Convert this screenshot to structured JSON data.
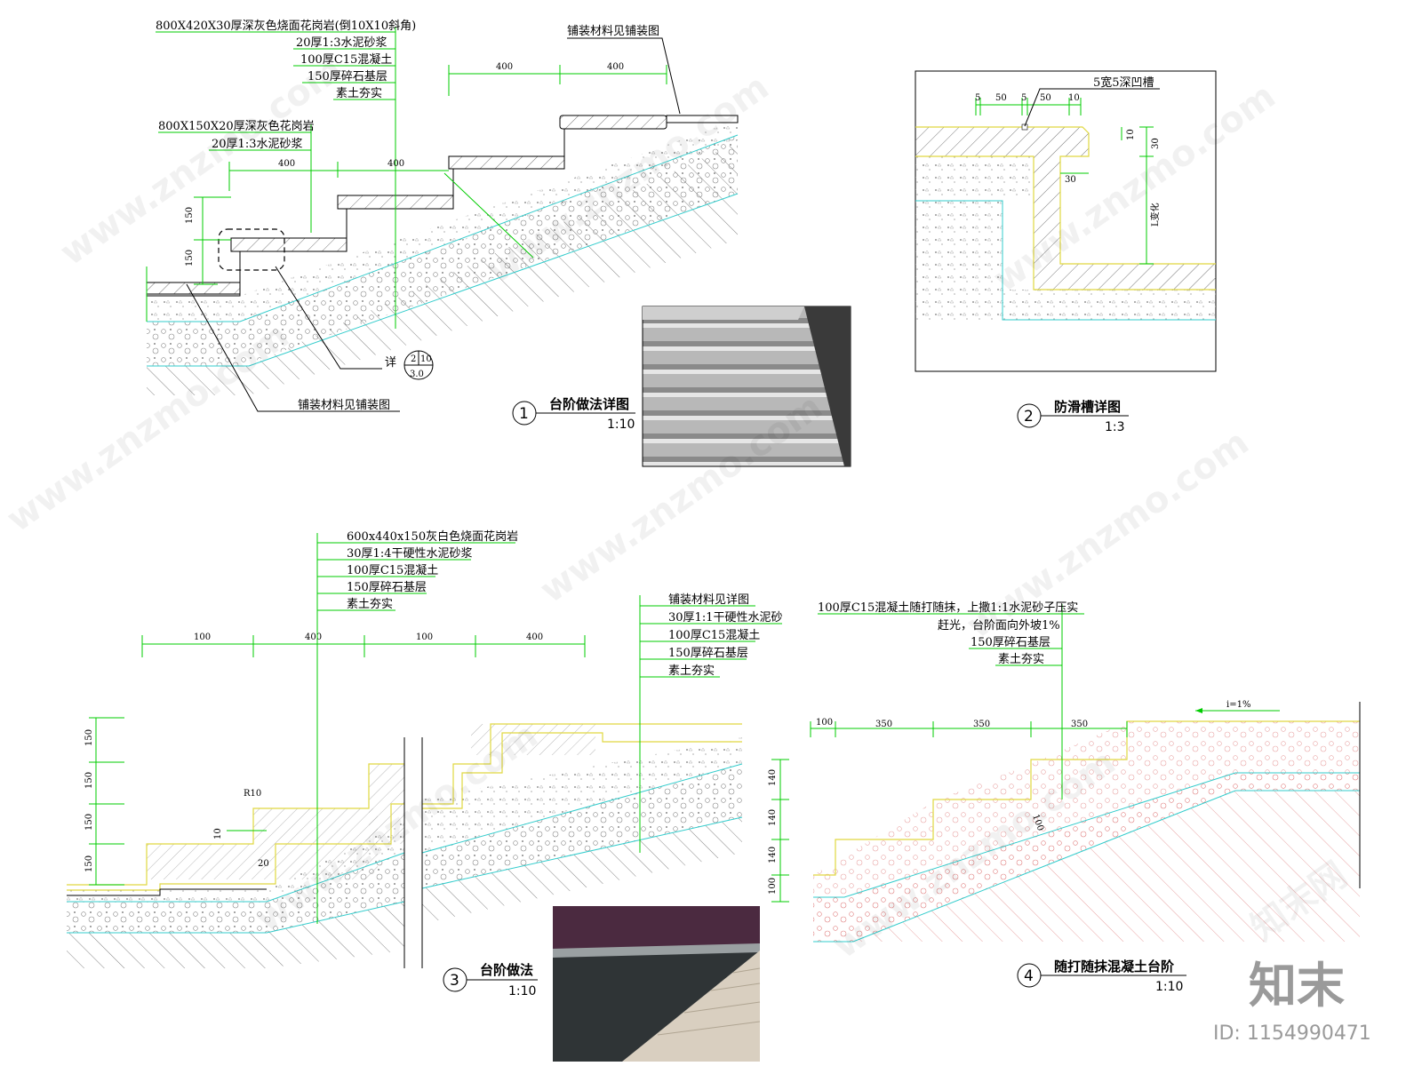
{
  "detail1": {
    "layers_top": [
      "800X420X30厚深灰色烧面花岗岩(倒10X10斜角)",
      "20厚1:3水泥砂浆",
      "100厚C15混凝土",
      "150厚碎石基层",
      "素土夯实"
    ],
    "layers_nosing": [
      "800X150X20厚深灰色花岗岩",
      "20厚1:3水泥砂浆"
    ],
    "paving_note_top": "铺装材料见铺装图",
    "paving_note_bottom": "铺装材料见铺装图",
    "dims_top": [
      "400",
      "400"
    ],
    "dims_mid": [
      "400",
      "400"
    ],
    "dims_vert": [
      "150",
      "150"
    ],
    "detail_ref": {
      "prefix": "详",
      "top": "2",
      "mid": "10",
      "bottom": "3.0"
    },
    "number": "1",
    "title": "台阶做法详图",
    "scale": "1:10"
  },
  "detail2": {
    "groove_note": "5宽5深凹槽",
    "dims_top": [
      "5",
      "50",
      "5",
      "50",
      "10"
    ],
    "dims_right": [
      "10",
      "30",
      "30"
    ],
    "dims_var": "L变化",
    "number": "2",
    "title": "防滑槽详图",
    "scale": "1:3"
  },
  "detail3": {
    "layers_a": [
      "600x440x150灰白色烧面花岗岩",
      "30厚1:4干硬性水泥砂浆",
      "100厚C15混凝土",
      "150厚碎石基层",
      "素土夯实"
    ],
    "layers_b": [
      "铺装材料见详图",
      "30厚1:1干硬性水泥砂",
      "100厚C15混凝土",
      "150厚碎石基层",
      "素土夯实"
    ],
    "dims_top": [
      "100",
      "400",
      "100",
      "400"
    ],
    "dims_vert": [
      "150",
      "150",
      "150",
      "150"
    ],
    "radius": "R10",
    "small_dims": [
      "10",
      "20"
    ],
    "number": "3",
    "title": "台阶做法",
    "scale": "1:10"
  },
  "detail4": {
    "layers": [
      "100厚C15混凝土随打随抹，上撒1:1水泥砂子压实",
      "赶光，台阶面向外坡1%",
      "150厚碎石基层",
      "素土夯实"
    ],
    "dims_top": [
      "100",
      "350",
      "350",
      "350"
    ],
    "dims_vert": [
      "140",
      "140",
      "140",
      "100"
    ],
    "thickness": "100",
    "slope": "i=1%",
    "number": "4",
    "title": "随打随抹混凝土台阶",
    "scale": "1:10"
  },
  "watermark": {
    "site": "www.znzmo.com",
    "brand": "知末网",
    "logo": "知末",
    "id_text": "ID: 1154990471"
  },
  "colors": {
    "dimension": "#00cc00",
    "layer_line": "#33cccc",
    "finish_line": "#e0d840",
    "outline": "#000000"
  }
}
